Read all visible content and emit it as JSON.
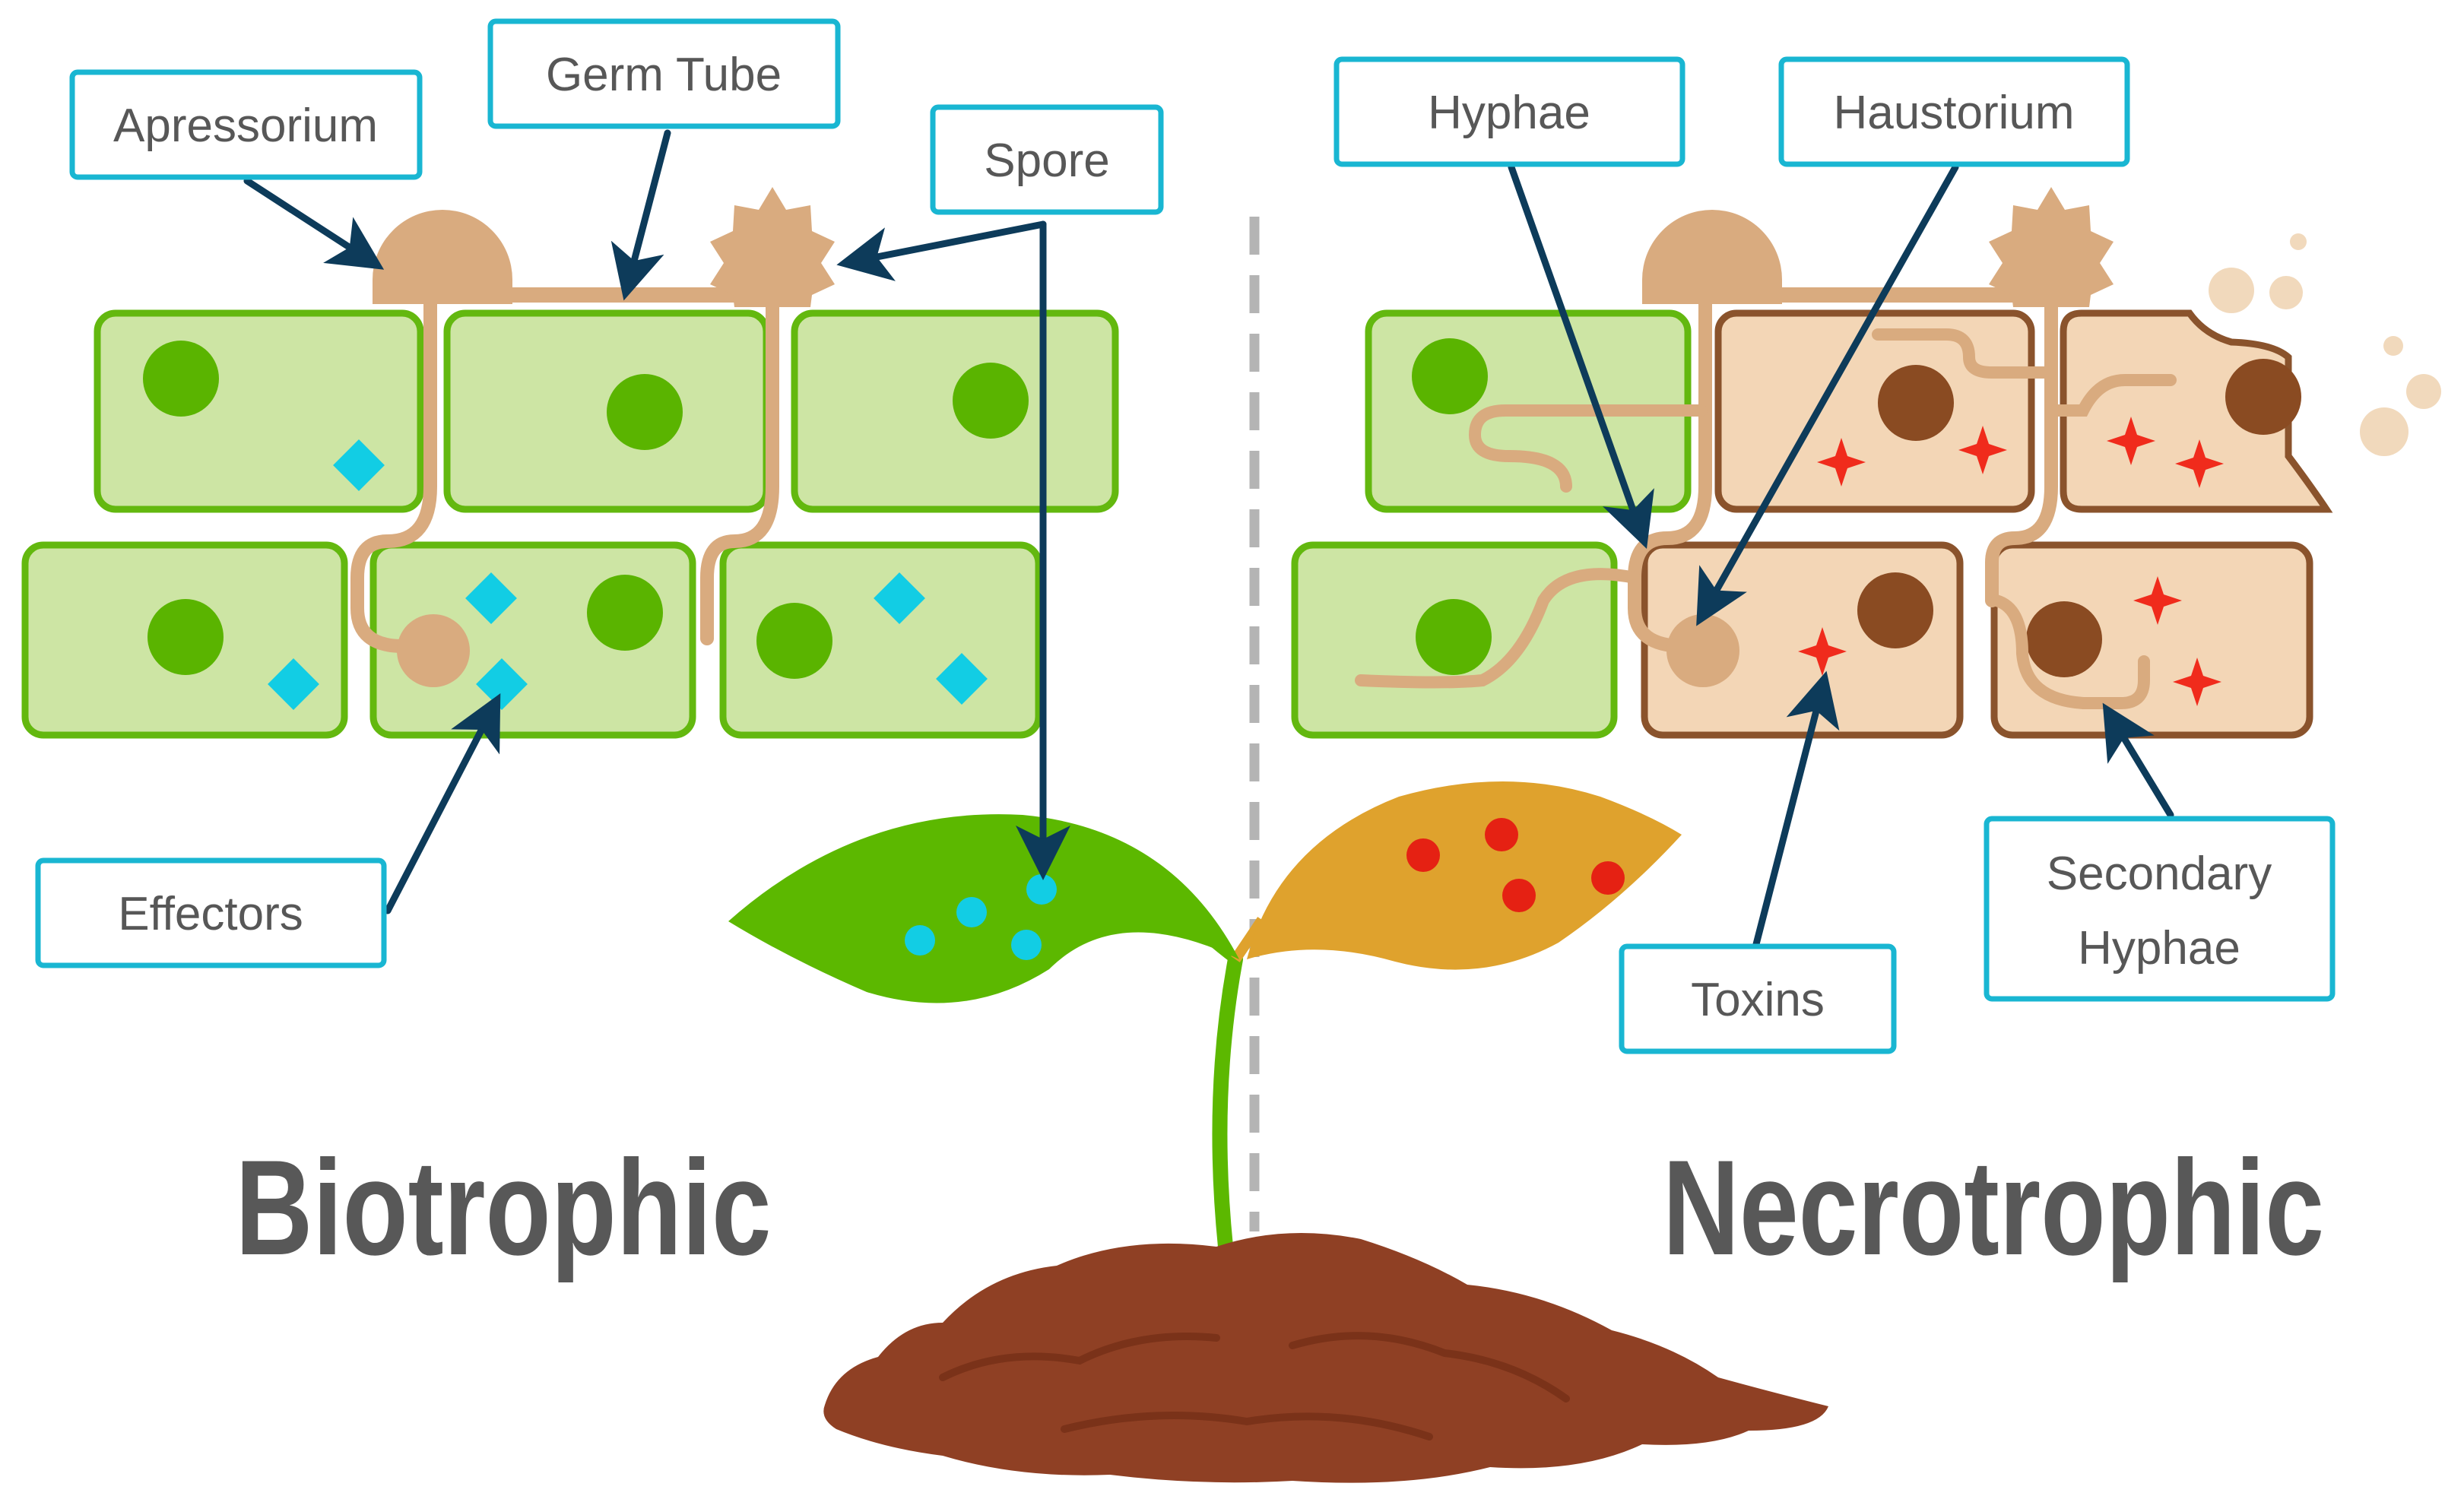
{
  "titles": {
    "left": "Biotrophic",
    "right": "Necrotrophic"
  },
  "labels": {
    "apressorium": "Apressorium",
    "germ_tube": "Germ Tube",
    "spore": "Spore",
    "effectors": "Effectors",
    "hyphae": "Hyphae",
    "haustorium": "Haustorium",
    "toxins": "Toxins",
    "secondary_hyphae_line1": "Secondary",
    "secondary_hyphae_line2": "Hyphae"
  },
  "colors": {
    "healthy_cell_fill": "#cde5a4",
    "healthy_cell_border": "#63b80f",
    "nucleus_green": "#5ab400",
    "infected_cell_fill": "#f3d6b6",
    "infected_cell_border": "#8a532c",
    "nucleus_brown": "#8a4b22",
    "fungus": "#d9ab7f",
    "effector": "#12cde4",
    "toxin": "#f02b1c",
    "label_border": "#19b6d2",
    "arrow": "#0d3b5a",
    "leaf_green": "#5cb800",
    "leaf_orange": "#dfa22d",
    "soil": "#8f4024",
    "divider": "#b4b4b4"
  }
}
